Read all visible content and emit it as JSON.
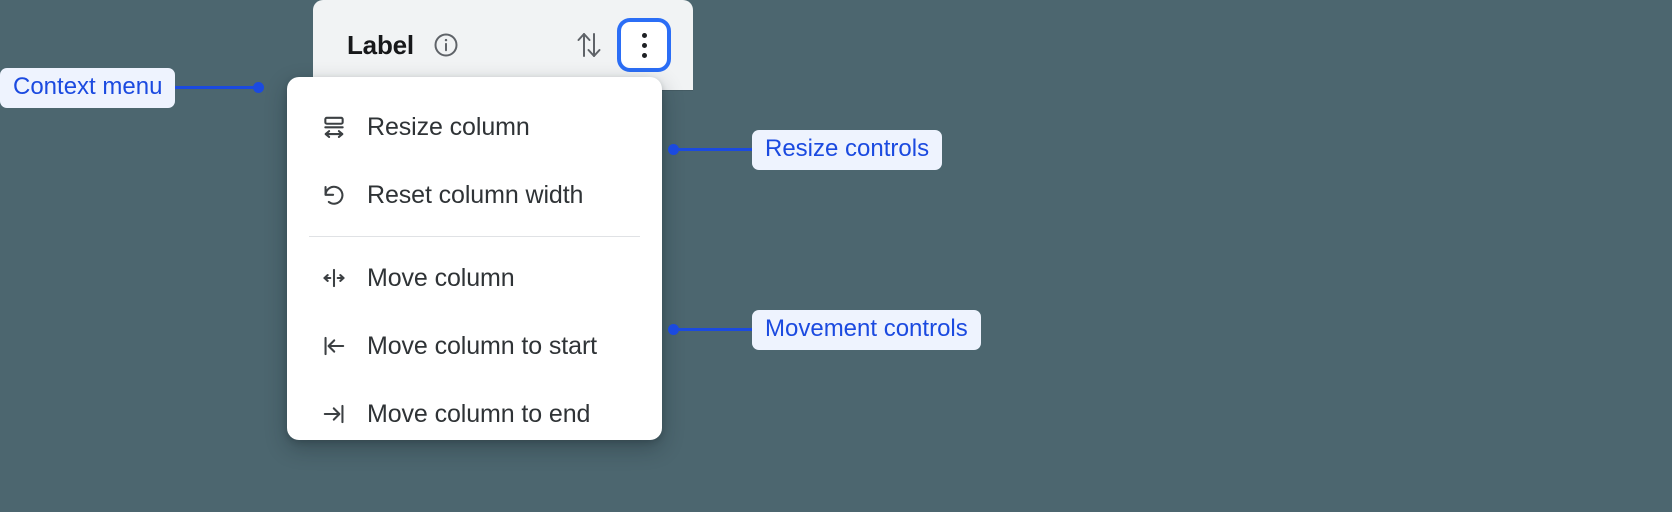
{
  "background_color": "#4c666f",
  "accent_color": "#1b4ae0",
  "focus_ring_color": "#2b6ef6",
  "column_header": {
    "title": "Label",
    "info_icon": "info-circle-icon",
    "sort_icon": "sort-arrows-icon",
    "menu_button_icon": "kebab-menu-icon",
    "menu_button_focused": true
  },
  "context_menu": {
    "groups": [
      {
        "name": "resize",
        "items": [
          {
            "label": "Resize column",
            "icon": "resize-column-icon"
          },
          {
            "label": "Reset column width",
            "icon": "reset-width-icon"
          }
        ]
      },
      {
        "name": "movement",
        "items": [
          {
            "label": "Move column",
            "icon": "move-column-icon"
          },
          {
            "label": "Move column to start",
            "icon": "move-to-start-icon"
          },
          {
            "label": "Move column to end",
            "icon": "move-to-end-icon"
          }
        ]
      }
    ]
  },
  "annotations": [
    {
      "label": "Context menu",
      "side": "left"
    },
    {
      "label": "Resize controls",
      "side": "right"
    },
    {
      "label": "Movement controls",
      "side": "right"
    }
  ]
}
